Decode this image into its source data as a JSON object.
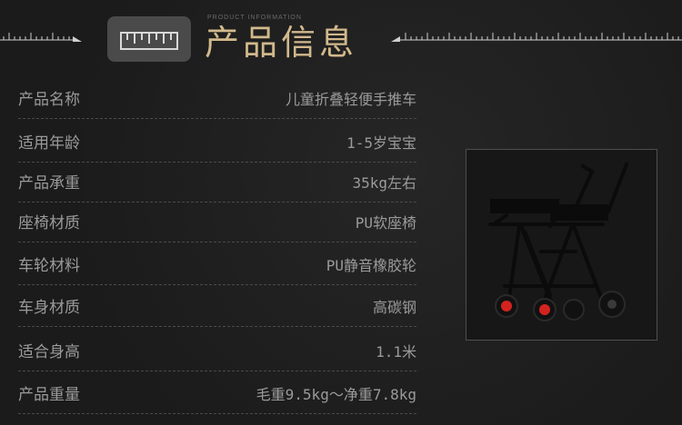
{
  "header": {
    "subtitle_en": "PRODUCT INFORMATION",
    "title": "产品信息",
    "icon": "ruler-icon"
  },
  "specs": [
    {
      "label": "产品名称",
      "value": "儿童折叠轻便手推车"
    },
    {
      "label": "适用年龄",
      "value": "1-5岁宝宝"
    },
    {
      "label": "产品承重",
      "value": "35kg左右"
    },
    {
      "label": "座椅材质",
      "value": "PU软座椅"
    },
    {
      "label": "车轮材料",
      "value": "PU静音橡胶轮"
    },
    {
      "label": "车身材质",
      "value": "高碳钢"
    },
    {
      "label": "适合身高",
      "value": "1.1米"
    },
    {
      "label": "产品重量",
      "value": "毛重9.5kg～净重7.8kg"
    }
  ],
  "colors": {
    "background": "#1d1d1d",
    "title": "#d2b98c",
    "text": "#9a9a9a",
    "wheel_accent": "#d3231e"
  },
  "photo": {
    "subject": "folding-stroller-image"
  }
}
